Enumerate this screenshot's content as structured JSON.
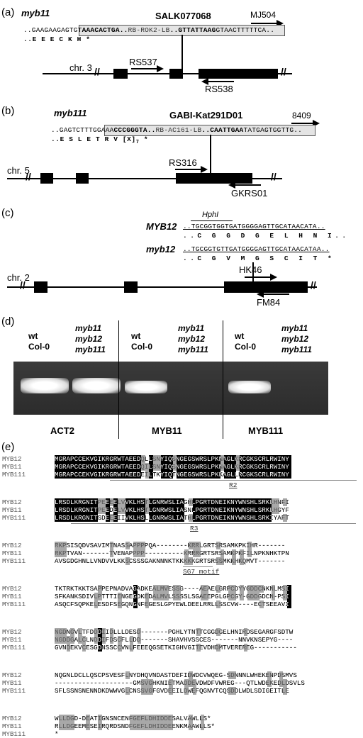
{
  "panel_a": {
    "label": "(a)",
    "gene": "myb11",
    "insertion": "SALK077068",
    "seq_prefix": "..GAAGAAGAGTGT",
    "seq_box_left": "AAACACTGA..",
    "seq_box_mid": "RB-ROK2-LB",
    "seq_box_right": "..GTTATTAAG",
    "seq_suffix": "GTAACTTTTTCA..",
    "aa": "..E E E C K H *",
    "chr": "chr. 3",
    "primer1": "RS537",
    "primer2": "RS538",
    "primer3": "MJ504"
  },
  "panel_b": {
    "label": "(b)",
    "gene": "myb111",
    "insertion": "GABI-Kat291D01",
    "seq_prefix": "..GAGTCTTTGGAAA",
    "seq_box_left": "CCCGGGTA..",
    "seq_box_mid": "RB-AC161-LB",
    "seq_box_right": "..CAATTGAA",
    "seq_suffix": "TATGAGTGGTTG..",
    "aa": "..E S L E T R V [X]",
    "aa_sub": "7",
    "aa_end": "*",
    "chr": "chr. 5",
    "primer1": "RS316",
    "primer2": "GKRS01",
    "primer3": "8409"
  },
  "panel_c": {
    "label": "(c)",
    "enzyme": "HphI",
    "wt_name": "MYB12",
    "wt_seq": "..TGCGGTGGTGATGGGGAGTTGCATAACATA..",
    "wt_aa": "..C G G D G E L H N I..",
    "mut_name": "myb12",
    "mut_seq": "..TGCGGTGTTGATGGGGAGTTGCATAACATAA..",
    "mut_aa": "..C G V M G S C I T *",
    "chr": "chr. 2",
    "primer1": "HK46",
    "primer2": "FM84"
  },
  "panel_d": {
    "label": "(d)",
    "lanes": [
      {
        "l1": "wt",
        "l2": "Col-0",
        "l3": ""
      },
      {
        "l1": "myb11",
        "l2": "myb12",
        "l3": "myb111"
      },
      {
        "l1": "wt",
        "l2": "Col-0",
        "l3": ""
      },
      {
        "l1": "myb11",
        "l2": "myb12",
        "l3": "myb111"
      },
      {
        "l1": "wt",
        "l2": "Col-0",
        "l3": ""
      },
      {
        "l1": "myb11",
        "l2": "myb12",
        "l3": "myb111"
      }
    ],
    "groups": [
      "ACT2",
      "MYB11",
      "MYB111"
    ]
  },
  "panel_e": {
    "label": "(e)",
    "blocks": [
      {
        "rows": [
          {
            "name": "MYB12",
            "seq": "MGRAPCCEKVGIKRGRWTAEEDQLLSNYIQSNGEGSWRSLPKNAGLKRCGKSCRLRWINY"
          },
          {
            "name": "MYB11",
            "seq": "MGRAPCCEKVGIKRGRWTAEEDQILSNYIQSNGEGSWRSLPKNAGLKRCGKSCRLRWINY"
          },
          {
            "name": "MYB111",
            "seq": "MGRAPCCEKVGIKRGRWTAEEDEILTKYIQTNGEGSWRSLPKKAGLLRCGKSCRLRWINY"
          }
        ],
        "annot": "R2"
      },
      {
        "rows": [
          {
            "name": "MYB12",
            "seq": "LRSDLKRGNITPEEEELVVKLHSTLGNRWSLIAGHLPGRTDNEIKNYWNSHLSRKLHNFI"
          },
          {
            "name": "MYB11",
            "seq": "LRSDLKRGNITPEEDELVVKLHSTLGNRWSLIASNLPGRTDNEIKNYWNSHLSRKLHGYF"
          },
          {
            "name": "MYB111",
            "seq": "LRSDLKRGNITSDEEEIIVKLHSLLGNRWSLIATHLPGRTDNEIKNYWNSHLSRKIYAFT"
          }
        ],
        "annot": "R3"
      },
      {
        "rows": [
          {
            "name": "MYB12",
            "seq": "RKPSISQDVSAVIMTNASSAPPPPQA--------KRRLGRTSRSAMKPKIHR-------"
          },
          {
            "name": "MYB11",
            "seq": "RKPTVAN-------TVENAPPPP----------KRRRGRTSRSAMKPKFILNPKNHKTPN"
          },
          {
            "name": "MYB111",
            "seq": "AVSGDGHNLLVNDVVLKKSCSSSGAKNNNKTKKKKKGRTSRSSMKKHKQMVT-------"
          }
        ],
        "annot": "SG7 motif"
      },
      {
        "rows": [
          {
            "name": "MYB12",
            "seq": "TKTRKTKKTSAPPEPNADVAGADKEALMVESSG----AEAELGRPCDYYGDDCNKNLMSI"
          },
          {
            "name": "MYB11",
            "seq": "SFKANKSDIVLPTTTIENGEGDKEDALMVLSSSSLSGAEEPGLGPCGY-GDDGDCN-PSI"
          },
          {
            "name": "MYB111",
            "seq": "ASQCFSQPKELESDFSEGQNGNFEGESLGPYEWLDEELRRLLSSCVW----ECTSEEAVI"
          }
        ],
        "annot": ""
      },
      {
        "rows": [
          {
            "name": "MYB12",
            "seq": "NGDNGVLTFDDDIIDLLLDESD-------PGHLYTNTTCGGDGELHNIRDSEGARGFSDTW"
          },
          {
            "name": "MYB11",
            "seq": "NGDDGALCLNDDIFDSCFLLDD-------SHAVHVSSCES-------NNVKNSEPYG----"
          },
          {
            "name": "MYB111",
            "seq": "GVNDEKVCESGDNSSCCVNLFEEEQGSETKIGHVGITEVDHDMTVEREREG-----------"
          }
        ],
        "annot": ""
      },
      {
        "rows": [
          {
            "name": "MYB12",
            "seq": "NQGNLDCLLQSCPSVESFLNYDHQVNDASTDEFIDWDCVWQEG-SDNNNLWHEKENPDSMVS"
          },
          {
            "name": "MYB11",
            "seq": "--------------------GMSVGHKNIETMADDEVDWDFVWREG---QTLWDEKEDLDSVLS"
          },
          {
            "name": "MYB111",
            "seq": "SFLSSNSNENNDKDWWVGLCNSSVGFGVDEEILDWEFQGNVTCQSDDLWDLSDIGEITLE"
          }
        ],
        "annot": ""
      },
      {
        "rows": [
          {
            "name": "MYB12",
            "seq": "WLLDGD-DEATIGNSNCENFGEFLDHIDDESALVAWLLS*"
          },
          {
            "name": "MYB11",
            "seq": "RLLDGEEMESEIRQRDSNDFGEFLDHIDDEENKMAAWLLS*"
          },
          {
            "name": "MYB111",
            "seq": "*"
          }
        ],
        "annot": ""
      }
    ]
  },
  "colors": {
    "black_box": "#000000",
    "gray_box": "#a8a8a8",
    "gel": "#333333",
    "band": "#ffffff"
  }
}
